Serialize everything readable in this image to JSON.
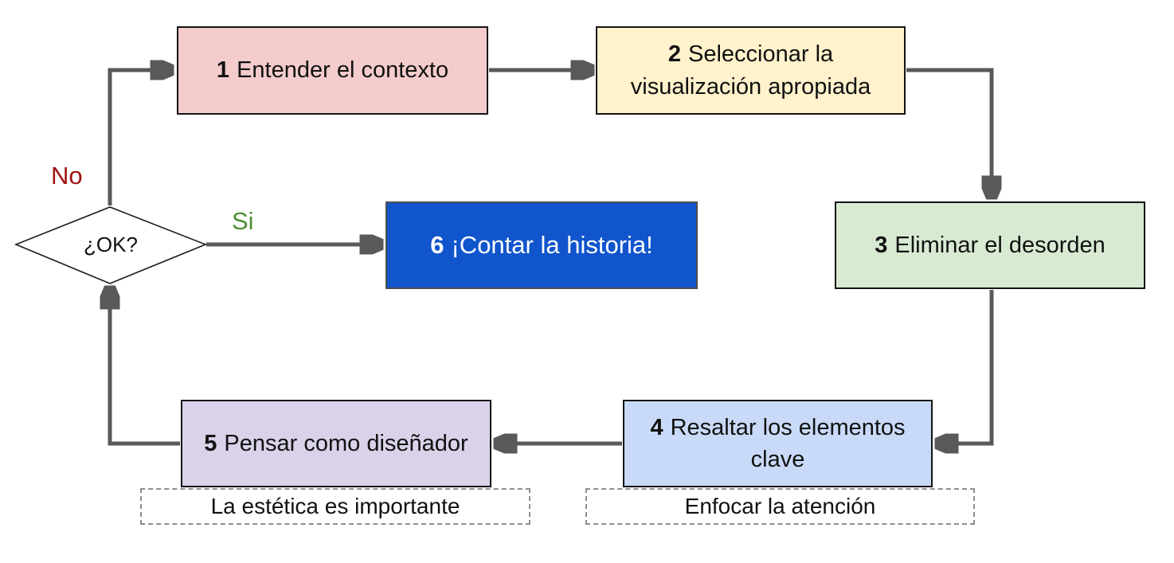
{
  "flowchart": {
    "steps": [
      {
        "number": "1",
        "label": "Entender el contexto",
        "fill": "#f4cccc"
      },
      {
        "number": "2",
        "label": "Seleccionar la visualización apropiada",
        "fill": "#fff2cc"
      },
      {
        "number": "3",
        "label": "Eliminar el desorden",
        "fill": "#d9ead3"
      },
      {
        "number": "4",
        "label": "Resaltar los elementos clave",
        "fill": "#c9daf8"
      },
      {
        "number": "5",
        "label": "Pensar como diseñador",
        "fill": "#d9d2e9"
      },
      {
        "number": "6",
        "label": "¡Contar la historia!",
        "fill": "#1155cc",
        "text_color": "#ffffff"
      }
    ],
    "decision": {
      "label": "¿OK?",
      "no_label": "No",
      "no_color": "#9e1111",
      "yes_label": "Si",
      "yes_color": "#4e8d33"
    },
    "notes": [
      {
        "label": "La estética es importante"
      },
      {
        "label": "Enfocar la atención"
      }
    ],
    "arrow_color": "#595959"
  }
}
